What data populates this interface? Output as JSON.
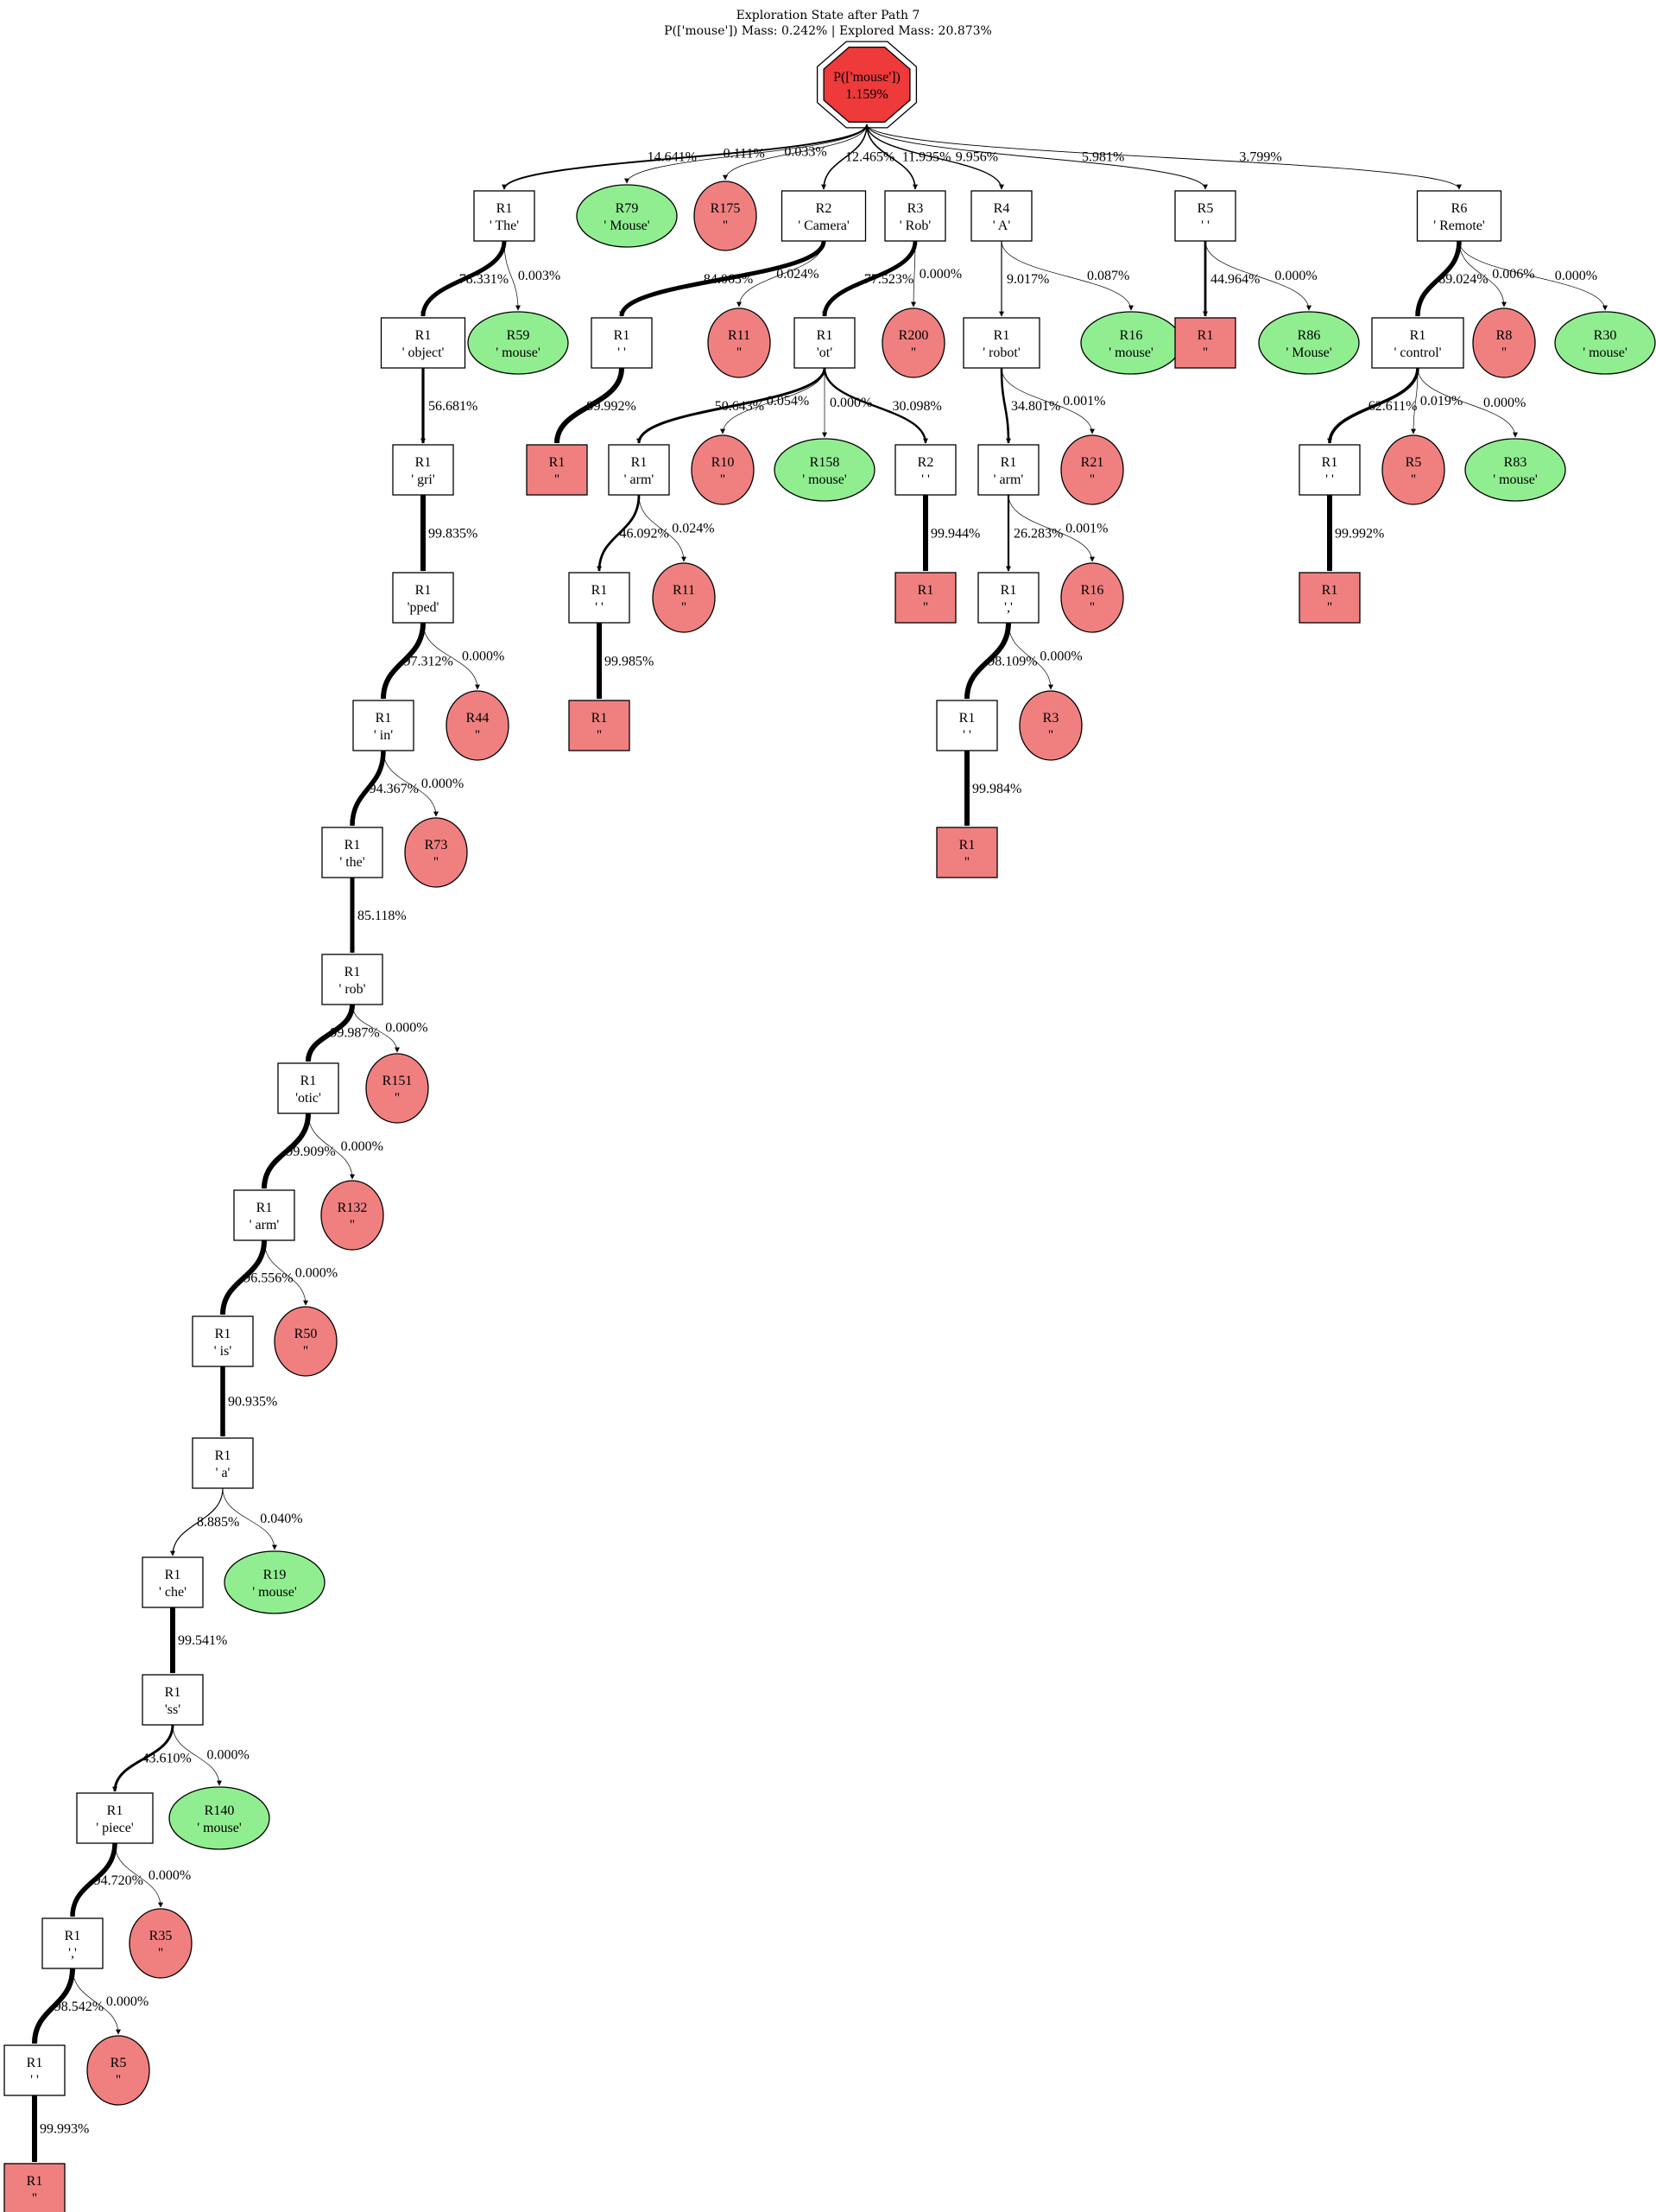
{
  "title": {
    "line1": "Exploration State after Path 7",
    "line2": "P(['mouse']) Mass: 0.242% | Explored Mass: 20.873%"
  },
  "colors": {
    "root": "#ee3a3a",
    "red": "#f08080",
    "green": "#90ee90",
    "white": "#ffffff"
  },
  "nodes": [
    {
      "id": "root",
      "line1": "P(['mouse'])",
      "line2": "1.159%",
      "shape": "octagon",
      "fill": "root"
    },
    {
      "id": "n_the",
      "line1": "R1",
      "line2": "' The'",
      "shape": "box",
      "fill": "white"
    },
    {
      "id": "n_R79",
      "line1": "R79",
      "line2": "' Mouse'",
      "shape": "ellipse",
      "fill": "green"
    },
    {
      "id": "n_R175",
      "line1": "R175",
      "line2": "''",
      "shape": "circle",
      "fill": "red"
    },
    {
      "id": "n_camera",
      "line1": "R2",
      "line2": "' Camera'",
      "shape": "box",
      "fill": "white"
    },
    {
      "id": "n_rob",
      "line1": "R3",
      "line2": "' Rob'",
      "shape": "box",
      "fill": "white"
    },
    {
      "id": "n_A",
      "line1": "R4",
      "line2": "' A'",
      "shape": "box",
      "fill": "white"
    },
    {
      "id": "n_R5sp",
      "line1": "R5",
      "line2": "' '",
      "shape": "box",
      "fill": "white"
    },
    {
      "id": "n_remote",
      "line1": "R6",
      "line2": "' Remote'",
      "shape": "box",
      "fill": "white"
    },
    {
      "id": "n_object",
      "line1": "R1",
      "line2": "' object'",
      "shape": "box",
      "fill": "white"
    },
    {
      "id": "n_R59",
      "line1": "R59",
      "line2": "' mouse'",
      "shape": "ellipse",
      "fill": "green"
    },
    {
      "id": "n_gri",
      "line1": "R1",
      "line2": "' gri'",
      "shape": "box",
      "fill": "white"
    },
    {
      "id": "n_pped",
      "line1": "R1",
      "line2": "'pped'",
      "shape": "box",
      "fill": "white"
    },
    {
      "id": "n_R44",
      "line1": "R44",
      "line2": "''",
      "shape": "circle",
      "fill": "red"
    },
    {
      "id": "n_in",
      "line1": "R1",
      "line2": "' in'",
      "shape": "box",
      "fill": "white"
    },
    {
      "id": "n_R73",
      "line1": "R73",
      "line2": "''",
      "shape": "circle",
      "fill": "red"
    },
    {
      "id": "n_the2",
      "line1": "R1",
      "line2": "' the'",
      "shape": "box",
      "fill": "white"
    },
    {
      "id": "n_rob2",
      "line1": "R1",
      "line2": "' rob'",
      "shape": "box",
      "fill": "white"
    },
    {
      "id": "n_R151",
      "line1": "R151",
      "line2": "''",
      "shape": "circle",
      "fill": "red"
    },
    {
      "id": "n_otic",
      "line1": "R1",
      "line2": "'otic'",
      "shape": "box",
      "fill": "white"
    },
    {
      "id": "n_R132",
      "line1": "R132",
      "line2": "''",
      "shape": "circle",
      "fill": "red"
    },
    {
      "id": "n_arm1",
      "line1": "R1",
      "line2": "' arm'",
      "shape": "box",
      "fill": "white"
    },
    {
      "id": "n_R50",
      "line1": "R50",
      "line2": "''",
      "shape": "circle",
      "fill": "red"
    },
    {
      "id": "n_is",
      "line1": "R1",
      "line2": "' is'",
      "shape": "box",
      "fill": "white"
    },
    {
      "id": "n_a",
      "line1": "R1",
      "line2": "' a'",
      "shape": "box",
      "fill": "white"
    },
    {
      "id": "n_che",
      "line1": "R1",
      "line2": "' che'",
      "shape": "box",
      "fill": "white"
    },
    {
      "id": "n_R19",
      "line1": "R19",
      "line2": "' mouse'",
      "shape": "ellipse",
      "fill": "green"
    },
    {
      "id": "n_ss",
      "line1": "R1",
      "line2": "'ss'",
      "shape": "box",
      "fill": "white"
    },
    {
      "id": "n_piece",
      "line1": "R1",
      "line2": "' piece'",
      "shape": "box",
      "fill": "white"
    },
    {
      "id": "n_R140",
      "line1": "R140",
      "line2": "' mouse'",
      "shape": "ellipse",
      "fill": "green"
    },
    {
      "id": "n_comma",
      "line1": "R1",
      "line2": "','",
      "shape": "box",
      "fill": "white"
    },
    {
      "id": "n_R35",
      "line1": "R35",
      "line2": "''",
      "shape": "circle",
      "fill": "red"
    },
    {
      "id": "n_sp1",
      "line1": "R1",
      "line2": "' '",
      "shape": "box",
      "fill": "white"
    },
    {
      "id": "n_R5a",
      "line1": "R5",
      "line2": "''",
      "shape": "circle",
      "fill": "red"
    },
    {
      "id": "n_end1",
      "line1": "R1",
      "line2": "''",
      "shape": "box",
      "fill": "red"
    },
    {
      "id": "n_cam_sp",
      "line1": "R1",
      "line2": "' '",
      "shape": "box",
      "fill": "white"
    },
    {
      "id": "n_R11a",
      "line1": "R11",
      "line2": "''",
      "shape": "circle",
      "fill": "red"
    },
    {
      "id": "n_cam_end",
      "line1": "R1",
      "line2": "''",
      "shape": "box",
      "fill": "red"
    },
    {
      "id": "n_ot",
      "line1": "R1",
      "line2": "'ot'",
      "shape": "box",
      "fill": "white"
    },
    {
      "id": "n_R200",
      "line1": "R200",
      "line2": "''",
      "shape": "circle",
      "fill": "red"
    },
    {
      "id": "n_arm2",
      "line1": "R1",
      "line2": "' arm'",
      "shape": "box",
      "fill": "white"
    },
    {
      "id": "n_R10",
      "line1": "R10",
      "line2": "''",
      "shape": "circle",
      "fill": "red"
    },
    {
      "id": "n_R158",
      "line1": "R158",
      "line2": "' mouse'",
      "shape": "ellipse",
      "fill": "green"
    },
    {
      "id": "n_R2sp",
      "line1": "R2",
      "line2": "' '",
      "shape": "box",
      "fill": "white"
    },
    {
      "id": "n_arm2_sp",
      "line1": "R1",
      "line2": "' '",
      "shape": "box",
      "fill": "white"
    },
    {
      "id": "n_R11b",
      "line1": "R11",
      "line2": "''",
      "shape": "circle",
      "fill": "red"
    },
    {
      "id": "n_arm2_end",
      "line1": "R1",
      "line2": "''",
      "shape": "box",
      "fill": "red"
    },
    {
      "id": "n_R2_end",
      "line1": "R1",
      "line2": "''",
      "shape": "box",
      "fill": "red"
    },
    {
      "id": "n_robot",
      "line1": "R1",
      "line2": "' robot'",
      "shape": "box",
      "fill": "white"
    },
    {
      "id": "n_R16a",
      "line1": "R16",
      "line2": "' mouse'",
      "shape": "ellipse",
      "fill": "green"
    },
    {
      "id": "n_arm3",
      "line1": "R1",
      "line2": "' arm'",
      "shape": "box",
      "fill": "white"
    },
    {
      "id": "n_R21",
      "line1": "R21",
      "line2": "''",
      "shape": "circle",
      "fill": "red"
    },
    {
      "id": "n_comma2",
      "line1": "R1",
      "line2": "','",
      "shape": "box",
      "fill": "white"
    },
    {
      "id": "n_R16b",
      "line1": "R16",
      "line2": "''",
      "shape": "circle",
      "fill": "red"
    },
    {
      "id": "n_A_sp",
      "line1": "R1",
      "line2": "' '",
      "shape": "box",
      "fill": "white"
    },
    {
      "id": "n_R3",
      "line1": "R3",
      "line2": "''",
      "shape": "circle",
      "fill": "red"
    },
    {
      "id": "n_A_end",
      "line1": "R1",
      "line2": "''",
      "shape": "box",
      "fill": "red"
    },
    {
      "id": "n_R5_end",
      "line1": "R1",
      "line2": "''",
      "shape": "box",
      "fill": "red"
    },
    {
      "id": "n_R86",
      "line1": "R86",
      "line2": "' Mouse'",
      "shape": "ellipse",
      "fill": "green"
    },
    {
      "id": "n_control",
      "line1": "R1",
      "line2": "' control'",
      "shape": "box",
      "fill": "white"
    },
    {
      "id": "n_R8",
      "line1": "R8",
      "line2": "''",
      "shape": "circle",
      "fill": "red"
    },
    {
      "id": "n_R30",
      "line1": "R30",
      "line2": "' mouse'",
      "shape": "ellipse",
      "fill": "green"
    },
    {
      "id": "n_ctrl_sp",
      "line1": "R1",
      "line2": "' '",
      "shape": "box",
      "fill": "white"
    },
    {
      "id": "n_R5b",
      "line1": "R5",
      "line2": "''",
      "shape": "circle",
      "fill": "red"
    },
    {
      "id": "n_R83",
      "line1": "R83",
      "line2": "' mouse'",
      "shape": "ellipse",
      "fill": "green"
    },
    {
      "id": "n_ctrl_end",
      "line1": "R1",
      "line2": "''",
      "shape": "box",
      "fill": "red"
    }
  ],
  "edges": [
    {
      "from": "root",
      "to": "n_the",
      "label": "14.641%",
      "weight": 2
    },
    {
      "from": "root",
      "to": "n_R79",
      "label": "0.111%",
      "weight": 0.8
    },
    {
      "from": "root",
      "to": "n_R175",
      "label": "0.033%",
      "weight": 0.8
    },
    {
      "from": "root",
      "to": "n_camera",
      "label": "12.465%",
      "weight": 1.6
    },
    {
      "from": "root",
      "to": "n_rob",
      "label": "11.935%",
      "weight": 1.6
    },
    {
      "from": "root",
      "to": "n_A",
      "label": "9.956%",
      "weight": 1.4
    },
    {
      "from": "root",
      "to": "n_R5sp",
      "label": "5.981%",
      "weight": 1
    },
    {
      "from": "root",
      "to": "n_remote",
      "label": "3.799%",
      "weight": 0.9
    },
    {
      "from": "n_the",
      "to": "n_object",
      "label": "78.331%",
      "weight": 5
    },
    {
      "from": "n_the",
      "to": "n_R59",
      "label": "0.003%",
      "weight": 0.7
    },
    {
      "from": "n_object",
      "to": "n_gri",
      "label": "56.681%",
      "weight": 3.2
    },
    {
      "from": "n_gri",
      "to": "n_pped",
      "label": "99.835%",
      "weight": 6
    },
    {
      "from": "n_pped",
      "to": "n_in",
      "label": "97.312%",
      "weight": 6
    },
    {
      "from": "n_pped",
      "to": "n_R44",
      "label": "0.000%",
      "weight": 0.7
    },
    {
      "from": "n_in",
      "to": "n_the2",
      "label": "94.367%",
      "weight": 5.5
    },
    {
      "from": "n_in",
      "to": "n_R73",
      "label": "0.000%",
      "weight": 0.7
    },
    {
      "from": "n_the2",
      "to": "n_rob2",
      "label": "85.118%",
      "weight": 5
    },
    {
      "from": "n_rob2",
      "to": "n_otic",
      "label": "99.987%",
      "weight": 6
    },
    {
      "from": "n_rob2",
      "to": "n_R151",
      "label": "0.000%",
      "weight": 0.7
    },
    {
      "from": "n_otic",
      "to": "n_arm1",
      "label": "99.909%",
      "weight": 6
    },
    {
      "from": "n_otic",
      "to": "n_R132",
      "label": "0.000%",
      "weight": 0.7
    },
    {
      "from": "n_arm1",
      "to": "n_is",
      "label": "96.556%",
      "weight": 6
    },
    {
      "from": "n_arm1",
      "to": "n_R50",
      "label": "0.000%",
      "weight": 0.7
    },
    {
      "from": "n_is",
      "to": "n_a",
      "label": "90.935%",
      "weight": 5.5
    },
    {
      "from": "n_a",
      "to": "n_che",
      "label": "8.885%",
      "weight": 1.2
    },
    {
      "from": "n_a",
      "to": "n_R19",
      "label": "0.040%",
      "weight": 0.7
    },
    {
      "from": "n_che",
      "to": "n_ss",
      "label": "99.541%",
      "weight": 6
    },
    {
      "from": "n_ss",
      "to": "n_piece",
      "label": "43.610%",
      "weight": 3
    },
    {
      "from": "n_ss",
      "to": "n_R140",
      "label": "0.000%",
      "weight": 0.7
    },
    {
      "from": "n_piece",
      "to": "n_comma",
      "label": "94.720%",
      "weight": 5.5
    },
    {
      "from": "n_piece",
      "to": "n_R35",
      "label": "0.000%",
      "weight": 0.7
    },
    {
      "from": "n_comma",
      "to": "n_sp1",
      "label": "98.542%",
      "weight": 6
    },
    {
      "from": "n_comma",
      "to": "n_R5a",
      "label": "0.000%",
      "weight": 0.7
    },
    {
      "from": "n_sp1",
      "to": "n_end1",
      "label": "99.993%",
      "weight": 6
    },
    {
      "from": "n_camera",
      "to": "n_cam_sp",
      "label": "84.065%",
      "weight": 5
    },
    {
      "from": "n_camera",
      "to": "n_R11a",
      "label": "0.024%",
      "weight": 0.7
    },
    {
      "from": "n_cam_sp",
      "to": "n_cam_end",
      "label": "99.992%",
      "weight": 6
    },
    {
      "from": "n_rob",
      "to": "n_ot",
      "label": "77.523%",
      "weight": 4.8
    },
    {
      "from": "n_rob",
      "to": "n_R200",
      "label": "0.000%",
      "weight": 0.7
    },
    {
      "from": "n_ot",
      "to": "n_arm2",
      "label": "50.643%",
      "weight": 3
    },
    {
      "from": "n_ot",
      "to": "n_R10",
      "label": "0.054%",
      "weight": 0.7
    },
    {
      "from": "n_ot",
      "to": "n_R158",
      "label": "0.000%",
      "weight": 0.7
    },
    {
      "from": "n_ot",
      "to": "n_R2sp",
      "label": "30.098%",
      "weight": 2.4
    },
    {
      "from": "n_arm2",
      "to": "n_arm2_sp",
      "label": "46.092%",
      "weight": 2.8
    },
    {
      "from": "n_arm2",
      "to": "n_R11b",
      "label": "0.024%",
      "weight": 0.7
    },
    {
      "from": "n_arm2_sp",
      "to": "n_arm2_end",
      "label": "99.985%",
      "weight": 6
    },
    {
      "from": "n_R2sp",
      "to": "n_R2_end",
      "label": "99.944%",
      "weight": 6
    },
    {
      "from": "n_A",
      "to": "n_robot",
      "label": "9.017%",
      "weight": 1.2
    },
    {
      "from": "n_A",
      "to": "n_R16a",
      "label": "0.087%",
      "weight": 0.7
    },
    {
      "from": "n_robot",
      "to": "n_arm3",
      "label": "34.801%",
      "weight": 2.6
    },
    {
      "from": "n_robot",
      "to": "n_R21",
      "label": "0.001%",
      "weight": 0.7
    },
    {
      "from": "n_arm3",
      "to": "n_comma2",
      "label": "26.283%",
      "weight": 2.2
    },
    {
      "from": "n_arm3",
      "to": "n_R16b",
      "label": "0.001%",
      "weight": 0.7
    },
    {
      "from": "n_comma2",
      "to": "n_A_sp",
      "label": "98.109%",
      "weight": 6
    },
    {
      "from": "n_comma2",
      "to": "n_R3",
      "label": "0.000%",
      "weight": 0.7
    },
    {
      "from": "n_A_sp",
      "to": "n_A_end",
      "label": "99.984%",
      "weight": 6
    },
    {
      "from": "n_R5sp",
      "to": "n_R5_end",
      "label": "44.964%",
      "weight": 2.8
    },
    {
      "from": "n_R5sp",
      "to": "n_R86",
      "label": "0.000%",
      "weight": 0.7
    },
    {
      "from": "n_remote",
      "to": "n_control",
      "label": "89.024%",
      "weight": 5.5
    },
    {
      "from": "n_remote",
      "to": "n_R8",
      "label": "0.006%",
      "weight": 0.7
    },
    {
      "from": "n_remote",
      "to": "n_R30",
      "label": "0.000%",
      "weight": 0.7
    },
    {
      "from": "n_control",
      "to": "n_ctrl_sp",
      "label": "62.611%",
      "weight": 3.6
    },
    {
      "from": "n_control",
      "to": "n_R5b",
      "label": "0.019%",
      "weight": 0.7
    },
    {
      "from": "n_control",
      "to": "n_R83",
      "label": "0.000%",
      "weight": 0.7
    },
    {
      "from": "n_ctrl_sp",
      "to": "n_ctrl_end",
      "label": "99.992%",
      "weight": 6
    }
  ]
}
